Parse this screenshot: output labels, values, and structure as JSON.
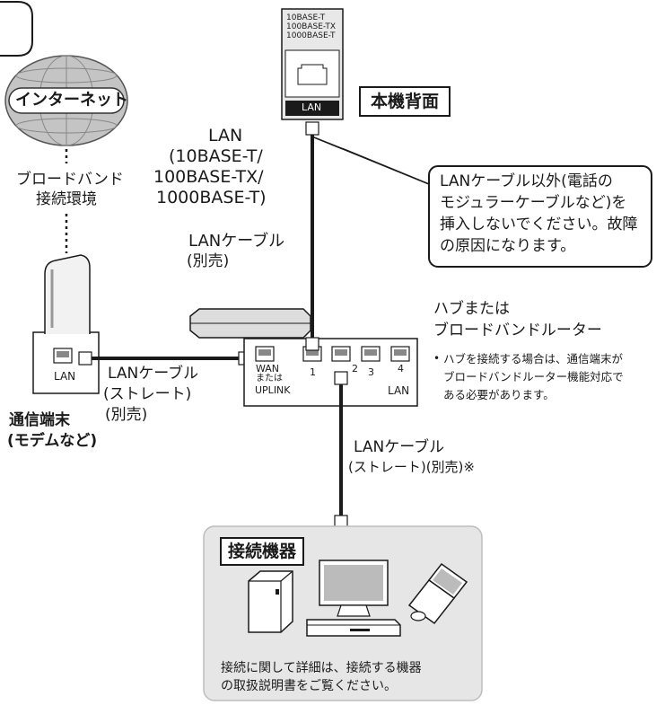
{
  "internet": {
    "label": "インターネット"
  },
  "broadband": {
    "line1": "ブロードバンド",
    "line2": "接続環境"
  },
  "lan_port": {
    "standards": [
      "10BASE-T",
      "100BASE-TX",
      "1000BASE-T"
    ],
    "port_label": "LAN",
    "caption": "本機背面"
  },
  "lan_spec": {
    "line1": "LAN",
    "line2": "(10BASE-T/",
    "line3": "100BASE-TX/",
    "line4": "1000BASE-T)"
  },
  "cable_main": {
    "line1": "LANケーブル",
    "line2": "(別売)"
  },
  "warning": {
    "line1": "LANケーブル以外(電話の",
    "line2": "モジュラーケーブルなど)を",
    "line3": "挿入しないでください。故障",
    "line4": "の原因になります。"
  },
  "modem": {
    "port_label": "LAN",
    "caption_line1": "通信端末",
    "caption_line2": "(モデムなど)"
  },
  "cable_modem": {
    "line1": "LANケーブル",
    "line2": "(ストレート)",
    "line3": "(別売)"
  },
  "hub": {
    "title_line1": "ハブまたは",
    "title_line2": "ブロードバンドルーター",
    "wan_line1": "WAN",
    "wan_line2": "または",
    "wan_line3": "UPLINK",
    "port_numbers": [
      "1",
      "2",
      "3",
      "4"
    ],
    "lan_label": "LAN",
    "note_line1": "ハブを接続する場合は、通信端末が",
    "note_line2": "ブロードバンドルーター機能対応で",
    "note_line3": "ある必要があります。"
  },
  "cable_device": {
    "line1": "LANケーブル",
    "line2": "(ストレート)(別売)※"
  },
  "devices": {
    "title": "接続機器",
    "note_line1": "接続に関して詳細は、接続する機器",
    "note_line2": "の取扱説明書をご覧ください。"
  },
  "colors": {
    "panel_bg": "#e6e6e6",
    "line": "#1a1a1a",
    "globe": "#bdbdbd"
  }
}
